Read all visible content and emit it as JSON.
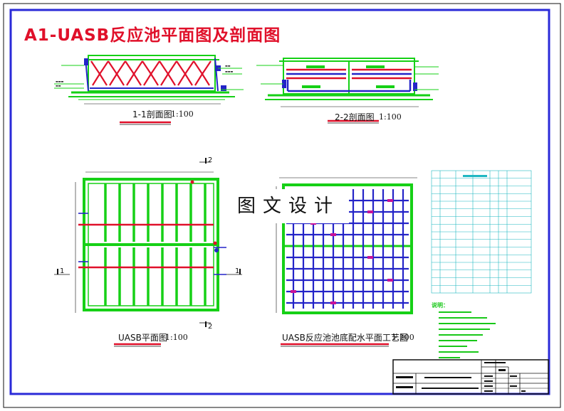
{
  "title": "A1-UASB反应池平面图及剖面图",
  "views": {
    "section_1": {
      "caption": "1-1剖面图",
      "scale": "1:100"
    },
    "section_2": {
      "caption": "2-2剖面图",
      "scale": "1:100"
    },
    "plan": {
      "caption": "UASB平面图",
      "scale": "1:100"
    },
    "distribution": {
      "caption": "UASB反应池池底配水平面工艺图",
      "scale": "1:100"
    }
  },
  "section_markers": {
    "one": "1",
    "two": "2"
  },
  "watermark": "图文设计",
  "notes_heading": "说明：",
  "colors": {
    "frame": "#2a2ad8",
    "title": "#e0102a",
    "structure": "#16d016",
    "pipe": "#e0102a",
    "water_pipe": "#2424c8",
    "valve": "#c8129a",
    "table": "#1fb7c2",
    "notes": "#18c818"
  }
}
